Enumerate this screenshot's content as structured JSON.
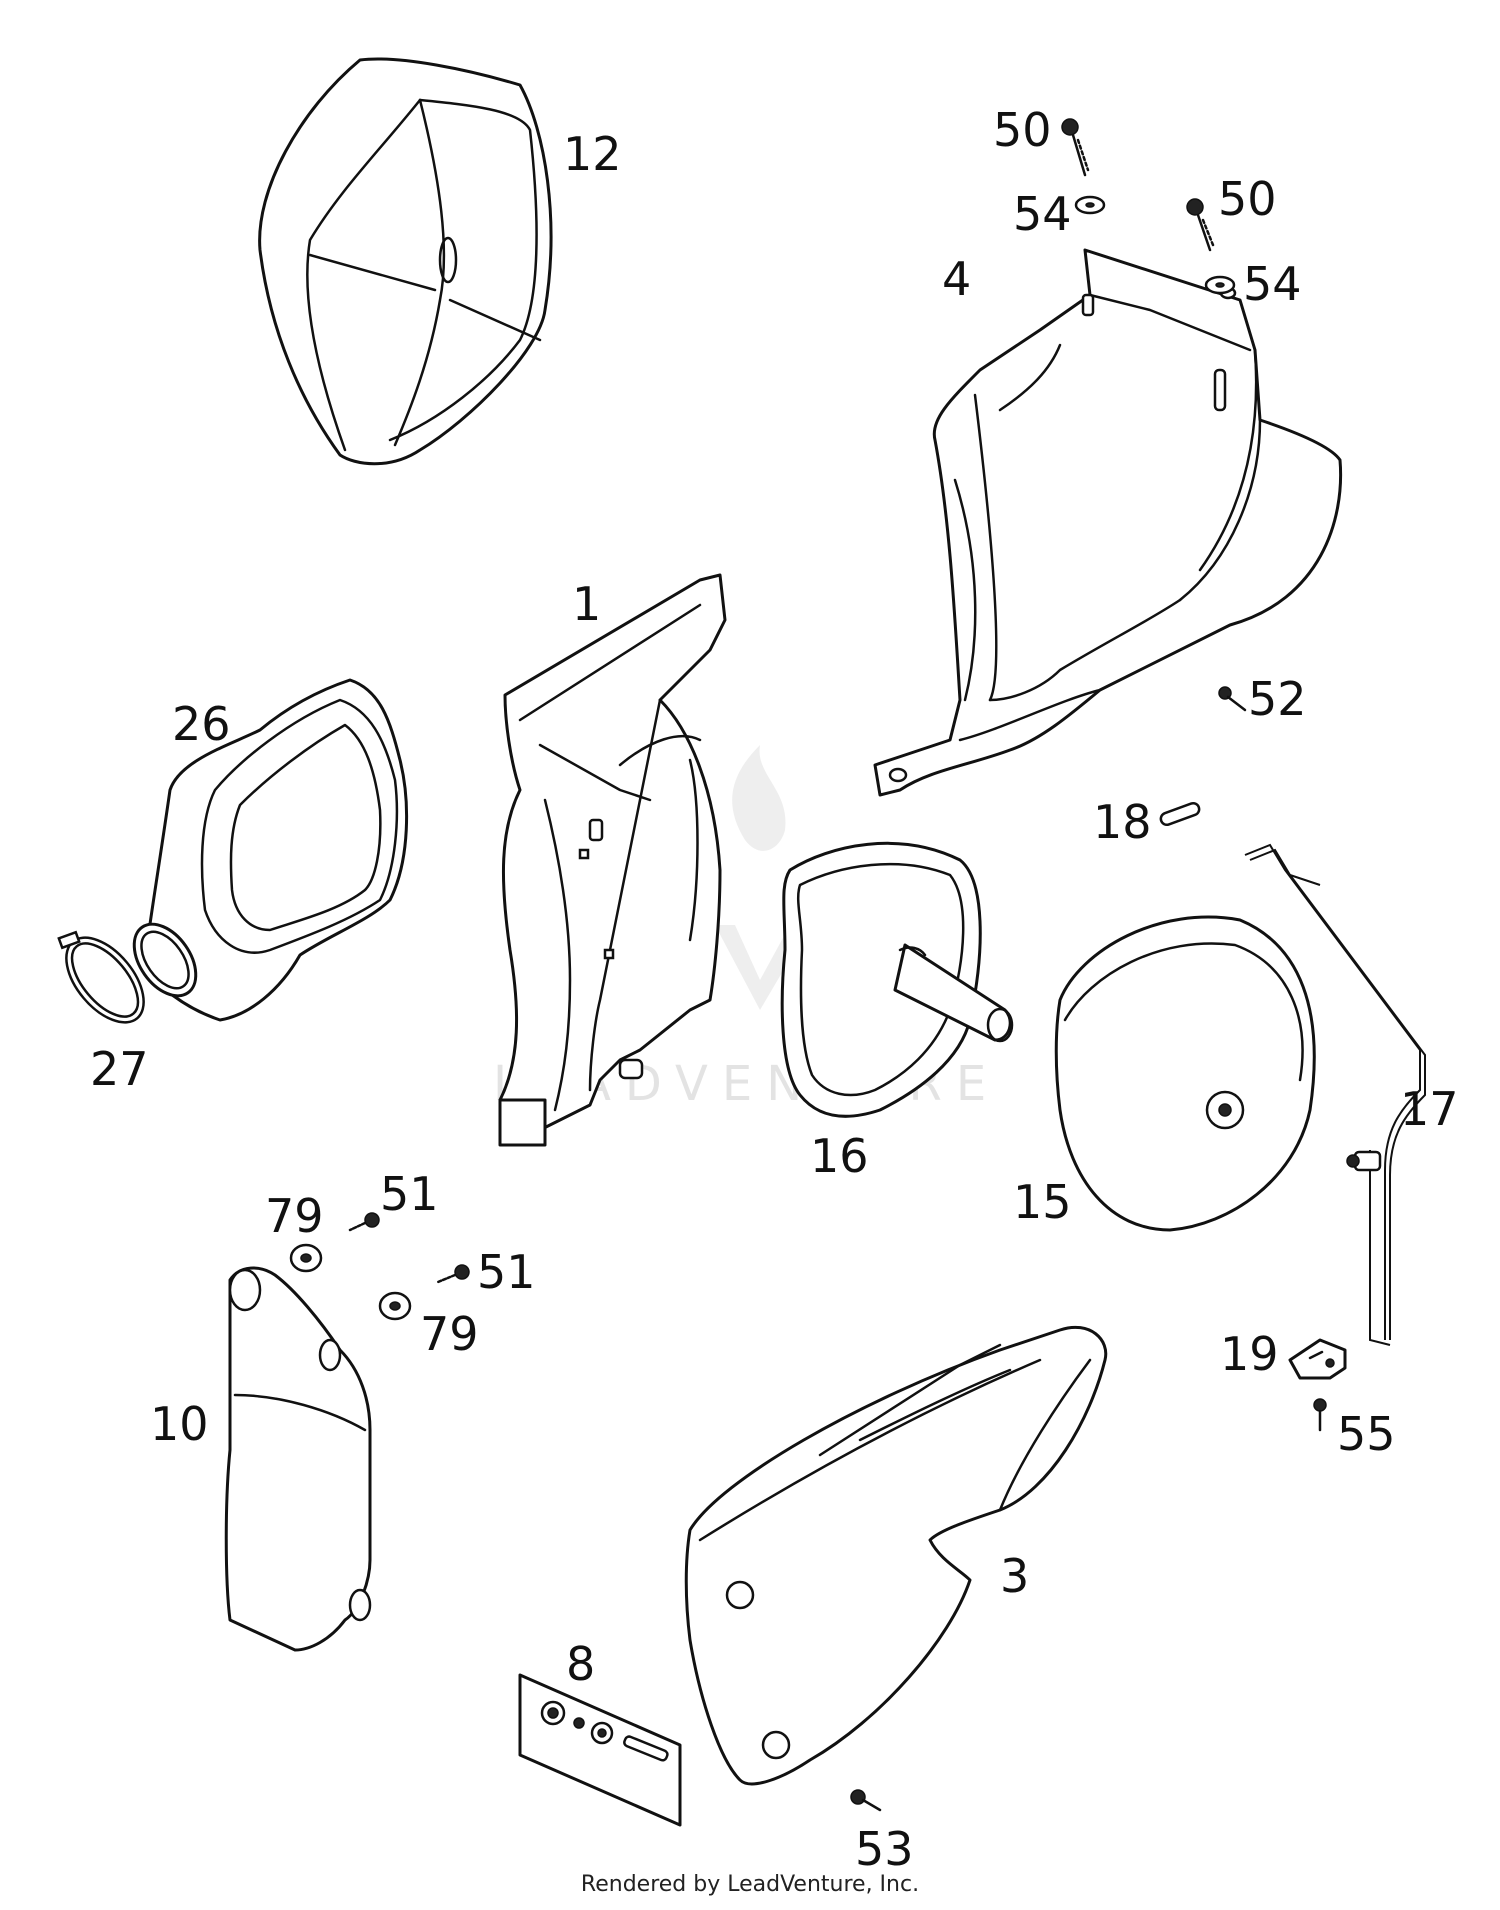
{
  "diagram": {
    "callouts": {
      "p1": "1",
      "p3": "3",
      "p4": "4",
      "p8": "8",
      "p10": "10",
      "p12": "12",
      "p15": "15",
      "p16": "16",
      "p17": "17",
      "p18": "18",
      "p19": "19",
      "p26": "26",
      "p27": "27",
      "p50a": "50",
      "p50b": "50",
      "p51a": "51",
      "p51b": "51",
      "p52": "52",
      "p53": "53",
      "p54a": "54",
      "p54b": "54",
      "p55": "55",
      "p79a": "79",
      "p79b": "79"
    },
    "watermark": "LEADVENTURE",
    "footer": "Rendered by LeadVenture, Inc."
  }
}
